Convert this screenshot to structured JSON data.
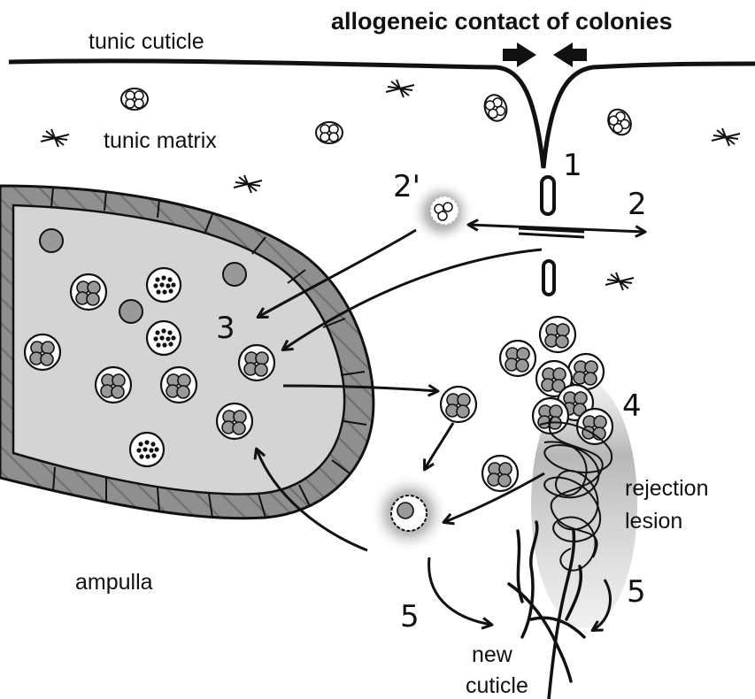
{
  "title": "allogeneic contact of colonies",
  "labels": {
    "tunic_cuticle": "tunic cuticle",
    "tunic_matrix": "tunic matrix",
    "ampulla": "ampulla",
    "rejection": "rejection",
    "lesion": "lesion",
    "new": "new",
    "cuticle": "cuticle"
  },
  "steps": {
    "s1": "1",
    "s2": "2",
    "s2p": "2'",
    "s3": "3",
    "s4": "4",
    "s5a": "5",
    "s5b": "5"
  },
  "colors": {
    "ink": "#111111",
    "lumen": "#d4d4d4",
    "epithelium": "#8a8a8a",
    "cell_fill": "#9a9a9a",
    "halo": "#6a6a6a"
  }
}
